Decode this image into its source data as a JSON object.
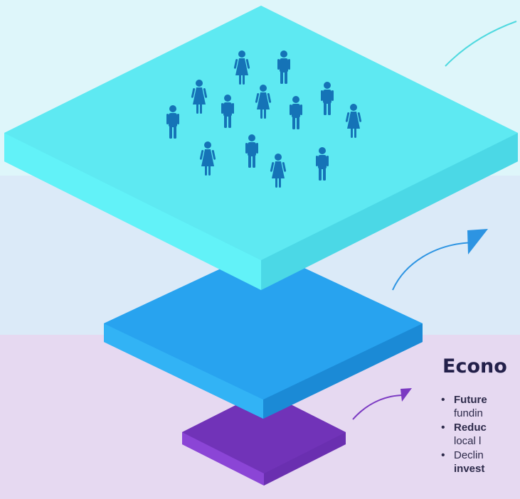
{
  "colors": {
    "band_top": "#def6fa",
    "band_mid": "#dbeaf8",
    "band_bottom": "#e6d9f1",
    "platform_top": "#5ee9f2",
    "platform_mid": "#28a3ef",
    "platform_bottom": "#7133b8",
    "people": "#1573b7",
    "arrow_teal": "#4fd9df",
    "arrow_blue": "#2d94e2",
    "arrow_purple": "#7b3ac2"
  },
  "icons": {
    "people": "person-icon",
    "arrows": "curved-arrow-icon"
  },
  "economics": {
    "heading": "Econo",
    "bullets": [
      {
        "line1": "Future",
        "line2": "fundin",
        "line1_bold": true,
        "line2_bold": false
      },
      {
        "line1": "Reduc",
        "line2": "local l",
        "line1_bold": true,
        "line2_bold": false
      },
      {
        "line1": "Declin",
        "line2": "invest",
        "line1_bold": false,
        "line2_bold": true
      }
    ]
  }
}
